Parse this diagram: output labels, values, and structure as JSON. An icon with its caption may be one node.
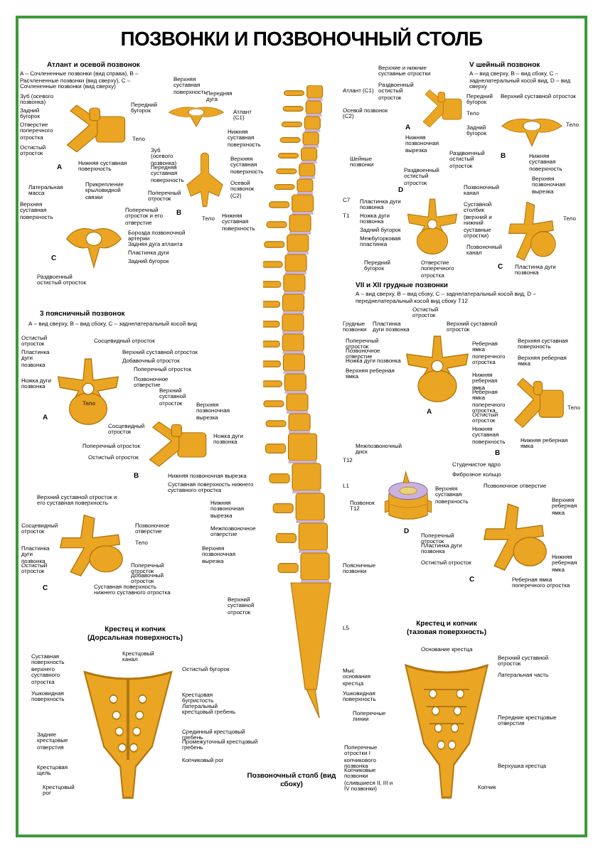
{
  "diagram": {
    "title": "ПОЗВОНКИ И ПОЗВОНОЧНЫЙ СТОЛБ",
    "nodes": [
      {
        "text": [],
        "shape": "picture"
      },
      {
        "text": [],
        "shape": "picture"
      },
      {
        "text": [],
        "shape": "picture"
      },
      {
        "text": [],
        "shape": "picture"
      },
      {
        "text": [],
        "shape": "picture"
      },
      {
        "text": [],
        "shape": "picture"
      },
      {
        "text": [],
        "shape": "picture"
      },
      {
        "text": [],
        "shape": "picture"
      },
      {
        "text": [],
        "shape": "picture"
      },
      {
        "text": [],
        "shape": "picture"
      },
      {
        "text": [],
        "shape": "picture"
      },
      {
        "text": [],
        "shape": "picture"
      },
      {
        "text": [],
        "shape": "picture"
      },
      {
        "text": [],
        "shape": "picture"
      },
      {
        "text": [],
        "shape": "picture"
      },
      {
        "text": [],
        "shape": "picture"
      },
      {
        "text": [],
        "shape": "picture"
      },
      {
        "text": [],
        "shape": "picture"
      }
    ],
    "labels": [
      "Атлант и осевой позвонок",
      "А – Сочлененные позвонки (вид справа), В – Расчлененные позвонки (вид сверху), С – Сочлененные позвонки (вид сверху)",
      "Зуб (осевого позвонка)",
      "Передний бугорок",
      "Задний бугорок",
      "Отверстие поперечного отростка",
      "Остистый отросток",
      "Тело",
      "Нижняя суставная поверхность",
      "A",
      "Верхняя суставная поверхность",
      "Передняя дуга",
      "Атлант (C1)",
      "Нижняя суставная поверхность",
      "Зуб (осевого позвонка)",
      "Передняя суставная поверхность",
      "Поперечный отросток",
      "Верхняя суставная поверхность",
      "Осевой позвонок (C2)",
      "B",
      "Тело",
      "Нижняя суставная поверхность",
      "Латеральная масса",
      "Прикрепление крыловидной связки",
      "Верхняя суставная поверхность",
      "Поперечный отросток и его отверстие",
      "C",
      "Борозда позвоночной артерии",
      "Задняя дуга атланта",
      "Пластинка дуги",
      "Задний бугорок",
      "Раздвоенный остистый отросток",
      "V шейный позвонок",
      "А – вид сверху, В – вид сбоку, С – заднелатеральный косой вид, D – вид сверху",
      "Верхние и нижние суставные отростки",
      "Раздвоенный остистый отросток",
      "A",
      "Нижняя позвоночная вырезка",
      "Передний бугорок",
      "Тело",
      "Задний бугорок",
      "Верхний суставной отросток",
      "Тело",
      "B",
      "Раздвоенный остистый отросток",
      "Нижняя суставная поверхность",
      "Раздвоенный остистый отросток",
      "D",
      "Позвоночный канал",
      "Пластинка дуги позвонка",
      "Ножка дуги позвонка",
      "Задний бугорок",
      "Межбугорковая пластинка",
      "Передний бугорок",
      "Отверстие поперечного отростка",
      "Суставной столбик (верхний и нижний суставные отростки)",
      "Верхняя позвоночная вырезка",
      "Тело",
      "Позвоночный канал",
      "C",
      "Пластинка дуги позвонка",
      "Атлант (C1)",
      "Осевой позвонок (C2)",
      "Шейные позвонки",
      "C7",
      "T1",
      "Грудные позвонки",
      "T12",
      "L1",
      "Поясничные позвонки",
      "L5",
      "Мыс основания крестца",
      "Ушковидная поверхность",
      "Нижняя позвоночная вырезка",
      "Межпозвоночное отверстие",
      "Верхняя позвоночная вырезка",
      "Верхний суставной отросток",
      "Позвоночный столб (вид сбоку)",
      "VII и XII грудные позвонки",
      "А – вид сверху, В – вид сбоку, С – заднелатеральный косой вид, D – переднелатеральный косой вид сбоку T12",
      "Остистый отросток",
      "Пластинка дуги позвонка",
      "Верхний суставной отросток",
      "Поперечный отросток",
      "Позвоночное отверстие",
      "Ножка дуги позвонка",
      "Верхняя реберная ямка",
      "Реберная ямка поперечного отростка",
      "Нижняя реберная ямка",
      "A",
      "Верхняя суставная поверхность",
      "Верхняя реберная ямка",
      "Реберная ямка поперечного отростка",
      "Остистый отросток",
      "Тело",
      "Нижняя суставная поверхность",
      "Нижняя реберная ямка",
      "B",
      "Межпозвоночный диск",
      "Студенистое ядро",
      "Фиброзное кольцо",
      "Позвонок T12",
      "D",
      "Позвоночное отверстие",
      "Верхняя суставная поверхность",
      "Верхняя реберная ямка",
      "Поперечный отросток",
      "Пластинка дуги позвонка",
      "Остистый отросток",
      "Нижняя реберная ямка",
      "Реберная ямка поперечного отростка",
      "C",
      "3 поясничный позвонок",
      "А – вид сверху, В – вид сбоку, С – заднелатеральный косой вид",
      "Остистый отросток",
      "Пластинка дуги позвонка",
      "Сосцевидный отросток",
      "Верхний суставной отросток",
      "Добавочный отросток",
      "Поперечный отросток",
      "Ножка дуги позвонка",
      "Позвоночное отверстие",
      "A",
      "Тело",
      "Верхний суставной отросток",
      "Сосцевидный отросток",
      "Верхняя позвоночная вырезка",
      "Поперечный отросток",
      "Остистый отросток",
      "Ножка дуги позвонка",
      "B",
      "Нижняя позвоночная вырезка",
      "Суставная поверхность нижнего суставного отростка",
      "Верхний суставной отросток и его суставная поверхность",
      "Сосцевидный отросток",
      "Позвоночное отверстие",
      "Тело",
      "Пластинка дуги позвонка",
      "Остистый отросток",
      "Поперечный отросток",
      "Добавочный отросток",
      "Суставная поверхность нижнего суставного отростка",
      "C",
      "Крестец и копчик (Дорсальная поверхность)",
      "Суставная поверхность верхнего суставного отростка",
      "Крестцовый канал",
      "Ушковидная поверхность",
      "Остистый бугорок",
      "Крестцовая бугристость",
      "Латеральный крестцовый гребень",
      "Задние крестцовые отверстия",
      "Срединный крестцовый гребень",
      "Промежуточный крестцовый гребень",
      "Крестцовая щель",
      "Копчиковый рог",
      "Крестцовый рог",
      "Крестец и копчик (тазовая поверхность)",
      "Основание крестца",
      "Верхний суставной отросток",
      "Латеральная часть",
      "Поперечные линии",
      "Передние крестцовые отверстия",
      "Поперечные отростки I копчикового позвонка",
      "Копчиковые позвонки (слившиеся II, III и IV позвонки)",
      "Верхушка крестца",
      "Копчик"
    ]
  }
}
